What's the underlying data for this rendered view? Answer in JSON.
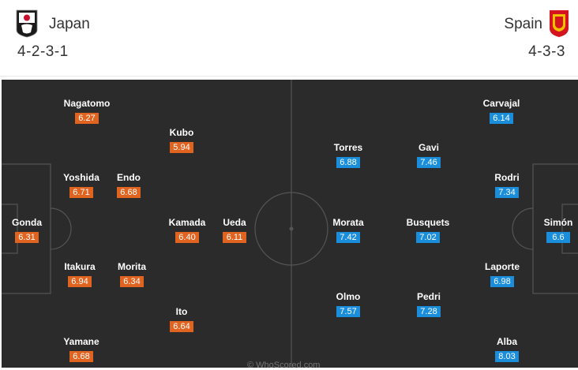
{
  "home": {
    "name": "Japan",
    "formation": "4-2-3-1",
    "flag_icon": "japan-flag-icon",
    "rating_color": "#e0631f",
    "players": [
      {
        "name": "Gonda",
        "rating": "6.31"
      },
      {
        "name": "Nagatomo",
        "rating": "6.27"
      },
      {
        "name": "Yoshida",
        "rating": "6.71"
      },
      {
        "name": "Itakura",
        "rating": "6.94"
      },
      {
        "name": "Yamane",
        "rating": "6.68"
      },
      {
        "name": "Endo",
        "rating": "6.68"
      },
      {
        "name": "Morita",
        "rating": "6.34"
      },
      {
        "name": "Kubo",
        "rating": "5.94"
      },
      {
        "name": "Kamada",
        "rating": "6.40"
      },
      {
        "name": "Ito",
        "rating": "6.64"
      },
      {
        "name": "Ueda",
        "rating": "6.11"
      }
    ]
  },
  "away": {
    "name": "Spain",
    "formation": "4-3-3",
    "flag_icon": "spain-flag-icon",
    "rating_color": "#1a8ddb",
    "players": [
      {
        "name": "Simón",
        "rating": "6.6"
      },
      {
        "name": "Carvajal",
        "rating": "6.14"
      },
      {
        "name": "Rodri",
        "rating": "7.34"
      },
      {
        "name": "Laporte",
        "rating": "6.98"
      },
      {
        "name": "Alba",
        "rating": "8.03"
      },
      {
        "name": "Gavi",
        "rating": "7.46"
      },
      {
        "name": "Busquets",
        "rating": "7.02"
      },
      {
        "name": "Pedri",
        "rating": "7.28"
      },
      {
        "name": "Torres",
        "rating": "6.88"
      },
      {
        "name": "Morata",
        "rating": "7.42"
      },
      {
        "name": "Olmo",
        "rating": "7.57"
      }
    ]
  },
  "watermark": "© WhoScored.com"
}
